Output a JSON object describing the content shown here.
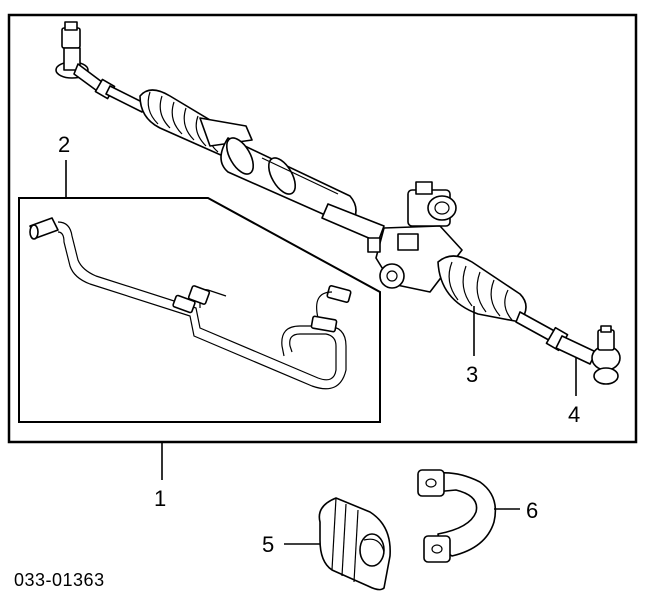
{
  "callouts": {
    "c1": "1",
    "c2": "2",
    "c3": "3",
    "c4": "4",
    "c5": "5",
    "c6": "6"
  },
  "diagram_code": "033-01363"
}
